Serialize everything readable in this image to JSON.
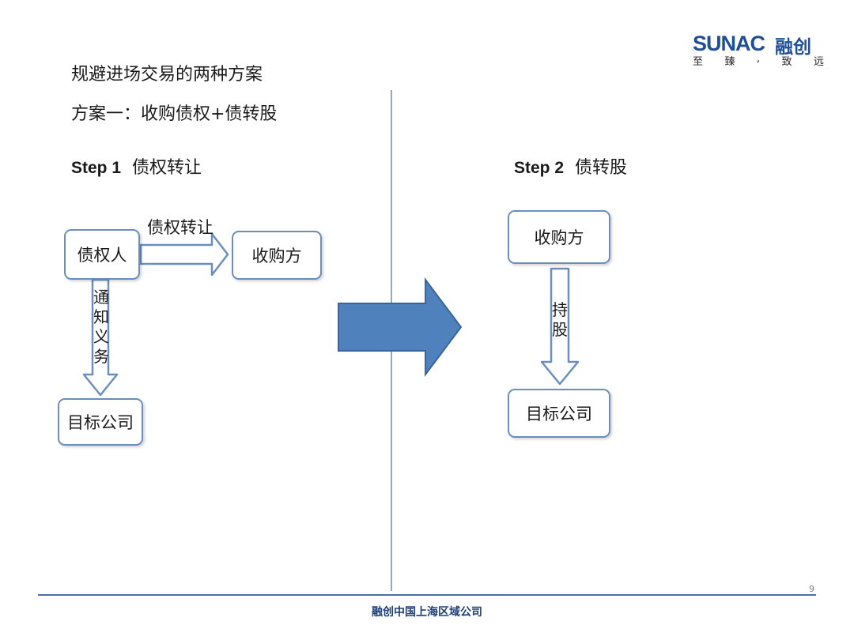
{
  "slide": {
    "title": "规避进场交易的两种方案",
    "subtitle": "方案一：收购债权+债转股",
    "page_number": "9",
    "footer": "融创中国上海区域公司"
  },
  "logo": {
    "brand": "SUNAC",
    "name_cn": "融创",
    "slogan": [
      "至",
      "臻",
      ",",
      "致",
      "远"
    ]
  },
  "step1": {
    "step_label": "Step 1",
    "step_title": "债权转让",
    "creditor": "债权人",
    "transfer_label": "债权转让",
    "acquirer": "收购方",
    "notify_label": [
      "通",
      "知",
      "义",
      "务"
    ],
    "target": "目标公司"
  },
  "step2": {
    "step_label": "Step 2",
    "step_title": "债转股",
    "acquirer": "收购方",
    "hold_label": [
      "持",
      "股"
    ],
    "target": "目标公司"
  },
  "colors": {
    "box_border": "#6a8fbf",
    "big_arrow_fill": "#4f81bd",
    "big_arrow_stroke": "#3a64a0",
    "footer_line": "#4a6fa5"
  }
}
